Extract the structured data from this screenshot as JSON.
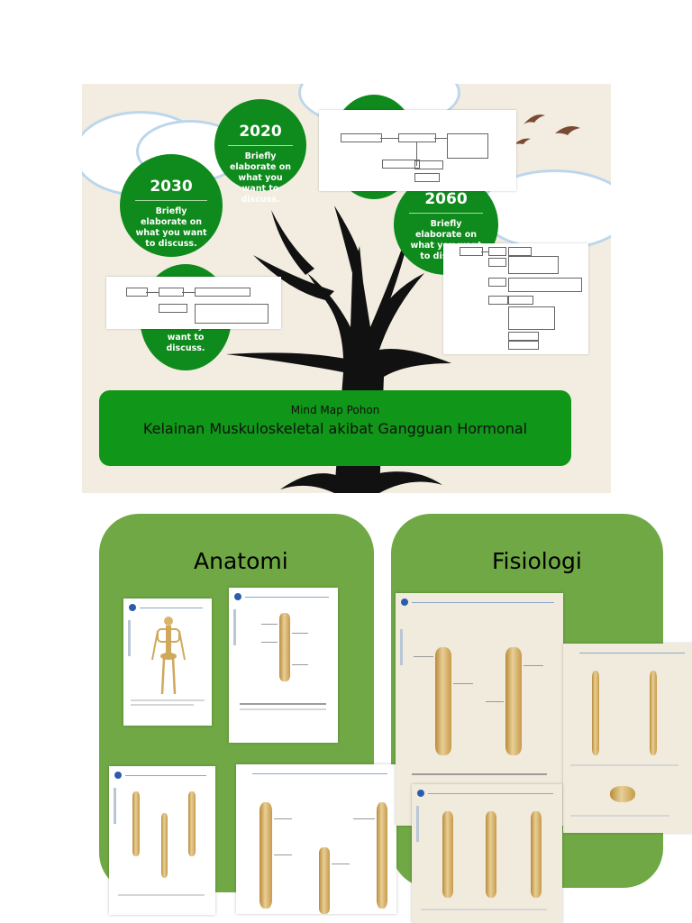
{
  "slide": {
    "timeline": [
      {
        "year": "2020",
        "desc": "Briefly elaborate on what you want to discuss."
      },
      {
        "year": "2030",
        "desc": "Briefly elaborate on what you want to discuss."
      },
      {
        "year": "2060",
        "desc": "Briefly elaborate on what you want to discuss."
      },
      {
        "partial_desc": "on what you want to discuss."
      }
    ],
    "banner": {
      "subtitle": "Mind Map Pohon",
      "title": "Kelainan Muskuloskeletal akibat Gangguan Hormonal"
    }
  },
  "panels": {
    "left_title": "Anatomi",
    "right_title": "Fisiologi"
  },
  "colors": {
    "slide_bg": "#f2ede0",
    "circle_green": "#0f8a1c",
    "banner_green": "#109618",
    "panel_green": "#6fa845",
    "bone": "#d9b56c"
  }
}
